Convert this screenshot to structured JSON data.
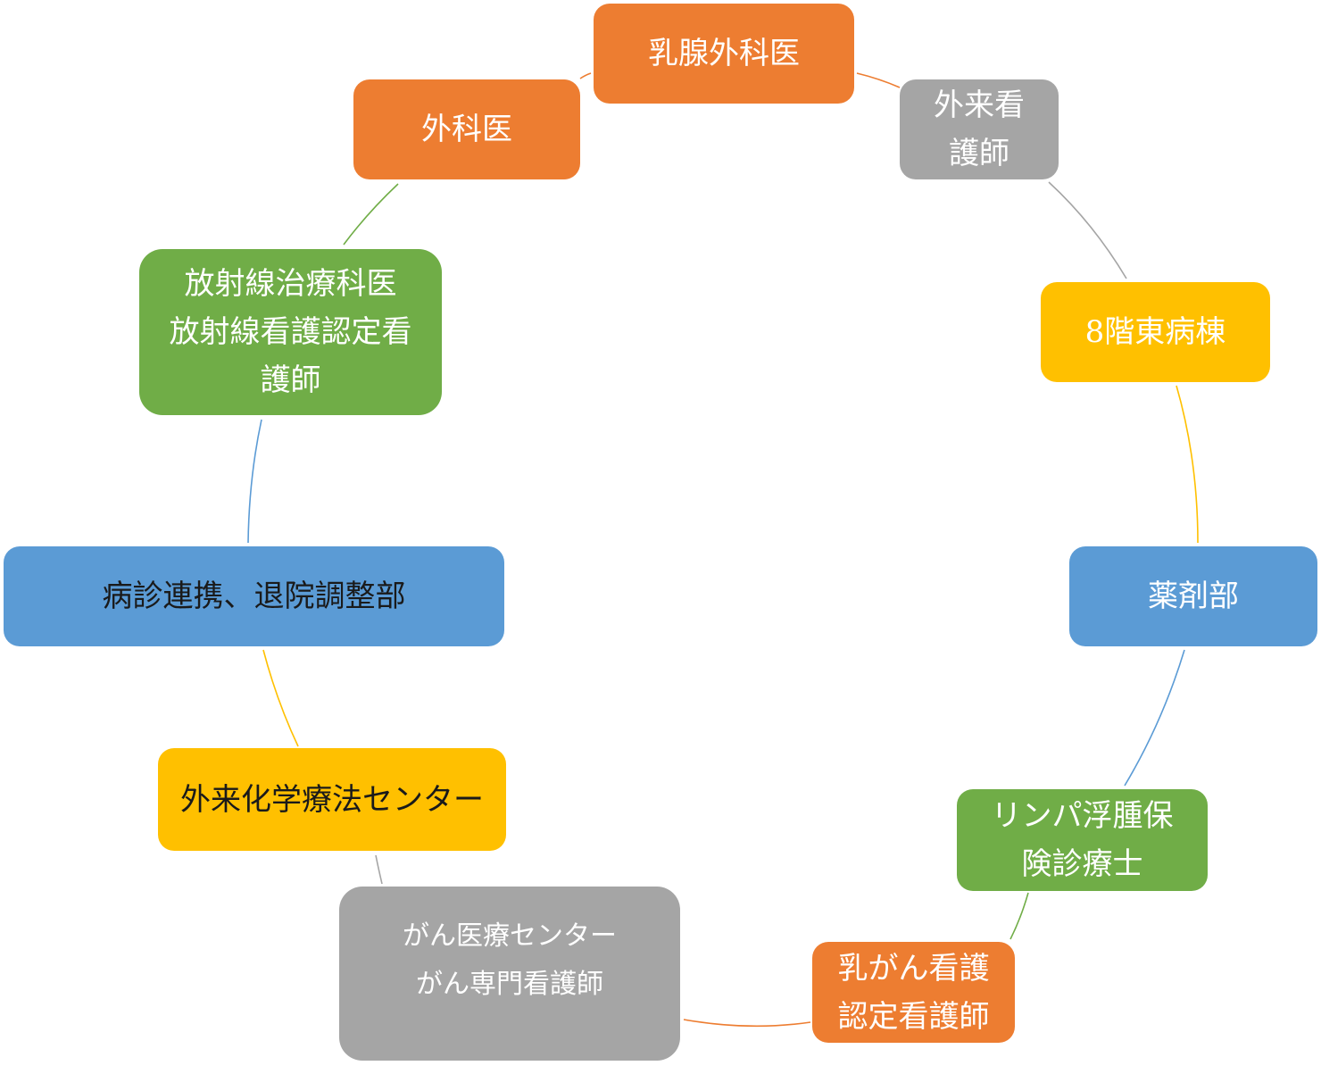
{
  "diagram": {
    "nodes": [
      {
        "id": "n1",
        "lines": [
          "乳腺外科医"
        ],
        "color": "#ED7D31"
      },
      {
        "id": "n2",
        "lines": [
          "外来看",
          "護師"
        ],
        "color": "#A5A5A5"
      },
      {
        "id": "n3",
        "lines": [
          "8階東病棟"
        ],
        "color": "#FFC000"
      },
      {
        "id": "n4",
        "lines": [
          "薬剤部"
        ],
        "color": "#5B9BD5"
      },
      {
        "id": "n5",
        "lines": [
          "リンパ浮腫保",
          "険診療士"
        ],
        "color": "#70AD47"
      },
      {
        "id": "n6",
        "lines": [
          "乳がん看護",
          "認定看護師"
        ],
        "color": "#ED7D31"
      },
      {
        "id": "n7",
        "lines": [
          "がん医療センター",
          "がん専門看護師"
        ],
        "color": "#A5A5A5"
      },
      {
        "id": "n8",
        "lines": [
          "外来化学療法センター"
        ],
        "color": "#FFC000"
      },
      {
        "id": "n9",
        "lines": [
          "病診連携、退院調整部"
        ],
        "color": "#5B9BD5"
      },
      {
        "id": "n10",
        "lines": [
          "放射線治療科医",
          "放射線看護認定看",
          "護師"
        ],
        "color": "#70AD47"
      },
      {
        "id": "n11",
        "lines": [
          "外科医"
        ],
        "color": "#ED7D31"
      }
    ]
  }
}
